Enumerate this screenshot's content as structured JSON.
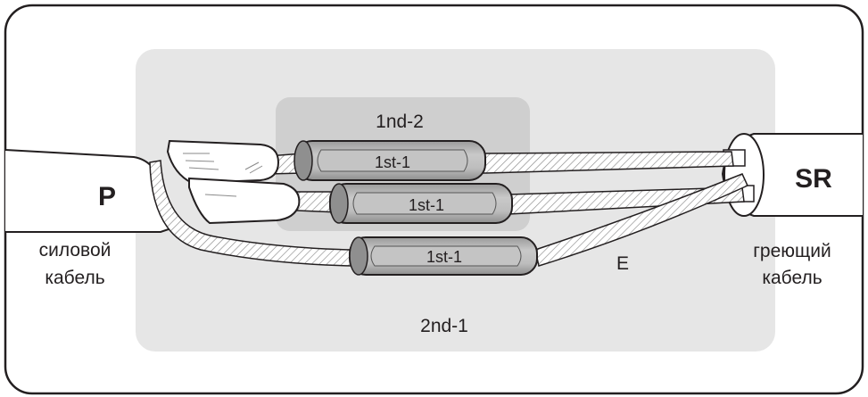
{
  "diagram": {
    "labels": {
      "power_cable_letter": "P",
      "power_cable_caption_line1": "силовой",
      "power_cable_caption_line2": "кабель",
      "heating_cable_letter": "SR",
      "heating_cable_caption_line1": "греющий",
      "heating_cable_caption_line2": "кабель",
      "outer_sleeve": "2nd-1",
      "inner_sleeve_group": "1nd-2",
      "sleeve_top": "1st-1",
      "sleeve_middle": "1st-1",
      "sleeve_bottom": "1st-1",
      "earth_wire": "E"
    },
    "colors": {
      "border": "#231f20",
      "outer_zone": "#e6e6e6",
      "inner_zone": "#cfcfcf",
      "sleeve_fill": "#b0b0b0",
      "sleeve_outline": "#231f20"
    }
  }
}
